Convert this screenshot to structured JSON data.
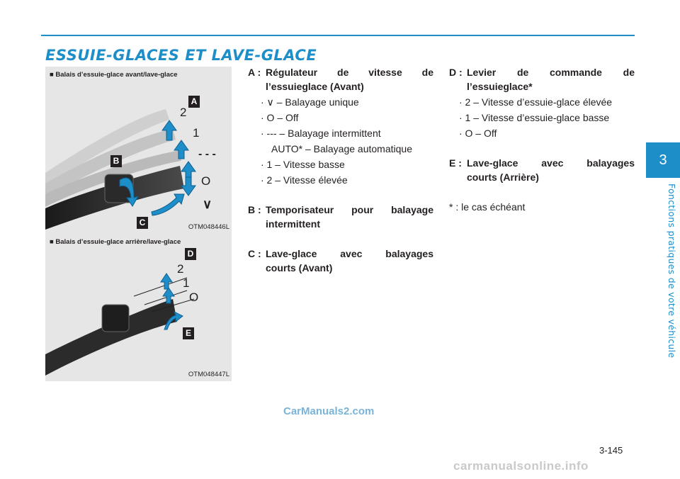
{
  "header": {
    "title": "ESSUIE-GLACES ET LAVE-GLACE"
  },
  "chapter": {
    "number": "3",
    "side_label": "Fonctions pratiques de votre véhicule"
  },
  "figures": [
    {
      "caption": "■ Balais d’essuie-glace avant/lave-glace",
      "code": "OTM048446L",
      "callouts": [
        "A",
        "B",
        "C"
      ],
      "positions": [
        "2",
        "1",
        "- - -",
        "O",
        "∨"
      ]
    },
    {
      "caption": "■ Balais d’essuie-glace arrière/lave-glace",
      "code": "OTM048447L",
      "callouts": [
        "D",
        "E"
      ],
      "positions": [
        "2",
        "1",
        "O"
      ]
    }
  ],
  "col1": {
    "A": {
      "key": "A :",
      "line1": "Régulateur de vitesse de",
      "line2": "l’essuieglace (Avant)",
      "items": [
        "·  ∨ – Balayage unique",
        "· O – Off",
        "· --- – Balayage intermittent",
        "AUTO* – Balayage automatique",
        "· 1 – Vitesse basse",
        "· 2 – Vitesse élevée"
      ]
    },
    "B": {
      "key": "B :",
      "line1": "Temporisateur pour balayage",
      "line2": "intermittent"
    },
    "C": {
      "key": "C :",
      "line1": "Lave-glace avec balayages",
      "line2": "courts (Avant)"
    }
  },
  "col2": {
    "D": {
      "key": "D :",
      "line1": "Levier de commande de",
      "line2": "l’essuieglace*",
      "items": [
        "· 2 – Vitesse d’essuie-glace élevée",
        "· 1 – Vitesse d’essuie-glace basse",
        "· O – Off"
      ]
    },
    "E": {
      "key": "E :",
      "line1": "Lave-glace avec balayages",
      "line2": "courts (Arrière)"
    },
    "note": "* : le cas échéant"
  },
  "footer": {
    "page": "3-145",
    "watermark1": "CarManuals2.com",
    "watermark2": "carmanualsonline.info"
  },
  "colors": {
    "accent": "#1e8ec9",
    "figure_bg": "#e6e6e7",
    "callout": "#231f20"
  }
}
